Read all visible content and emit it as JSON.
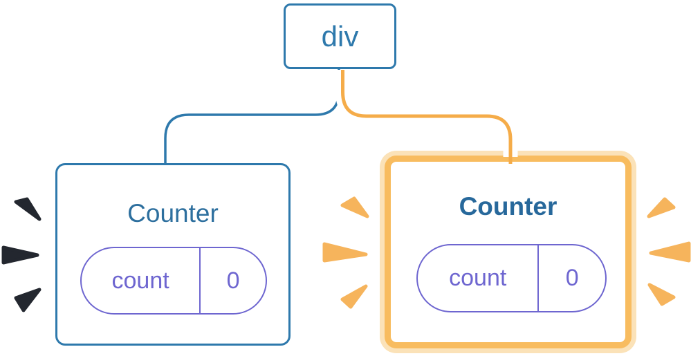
{
  "colors": {
    "blue": "#2E79AC",
    "blue-text": "#2D6F9E",
    "blue-text-bold": "#27689B",
    "purple": "#6E66D0",
    "orange": "#F8BC5F",
    "orange-light": "#FBE2B8",
    "orange-core": "#F5AC49",
    "orange-spark": "#F6B45C",
    "navy-spark": "#23272F",
    "background": "#FFFFFF"
  },
  "root": {
    "label": "div"
  },
  "left_counter": {
    "title": "Counter",
    "state_key": "count",
    "state_value": "0"
  },
  "right_counter": {
    "title": "Counter",
    "state_key": "count",
    "state_value": "0"
  }
}
